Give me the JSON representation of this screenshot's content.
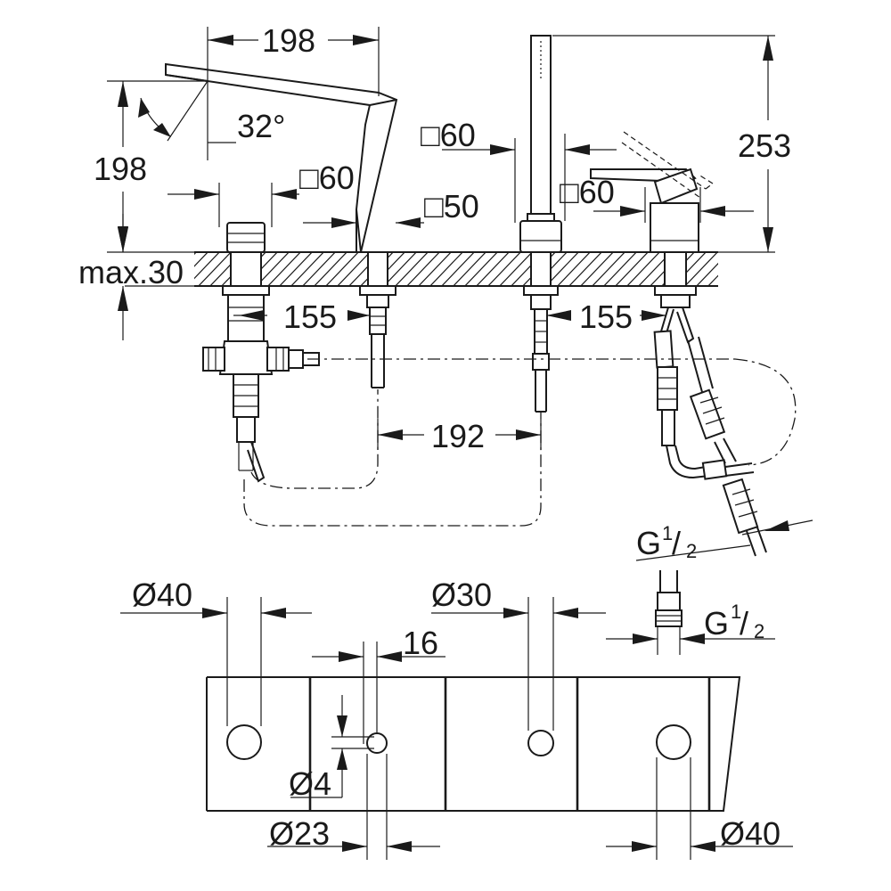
{
  "dimensions": {
    "spout_width": "198",
    "spout_height": "198",
    "spout_angle": "32°",
    "square_60_a": "□60",
    "square_60_b": "□60",
    "square_50": "□50",
    "square_60_c": "□60",
    "handshower_height": "253",
    "max_deck": "max.30",
    "min_len_left": "155",
    "min_len_right": "155",
    "spacing_192": "192",
    "thread_a_main": "G",
    "thread_a_num": "1",
    "thread_a_den": "2",
    "thread_b_main": "G",
    "thread_b_num": "1",
    "thread_b_den": "2",
    "hole_40_left": "Ø40",
    "hole_30": "Ø30",
    "offset_16": "16",
    "hole_4": "Ø4",
    "hole_23": "Ø23",
    "hole_40_right": "Ø40"
  }
}
